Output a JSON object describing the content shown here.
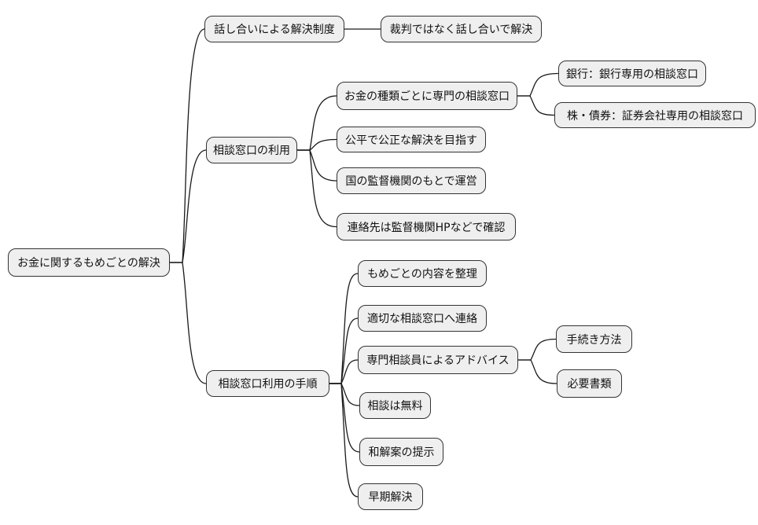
{
  "colors": {
    "background": "#ffffff",
    "node_fill": "#efefef",
    "node_border": "#333333",
    "connector": "#1a1a1a"
  },
  "mindmap": {
    "root": {
      "label": "お金に関するもめごとの解決"
    },
    "branches": [
      {
        "label": "話し合いによる解決制度",
        "children": [
          {
            "label": "裁判ではなく話し合いで解決"
          }
        ]
      },
      {
        "label": "相談窓口の利用",
        "children": [
          {
            "label": "お金の種類ごとに専門の相談窓口",
            "children": [
              {
                "label": "銀行：銀行専用の相談窓口"
              },
              {
                "label": "株・債券：証券会社専用の相談窓口"
              }
            ]
          },
          {
            "label": "公平で公正な解決を目指す"
          },
          {
            "label": "国の監督機関のもとで運営"
          },
          {
            "label": "連絡先は監督機関HPなどで確認"
          }
        ]
      },
      {
        "label": "相談窓口利用の手順",
        "children": [
          {
            "label": "もめごとの内容を整理"
          },
          {
            "label": "適切な相談窓口へ連絡"
          },
          {
            "label": "専門相談員によるアドバイス",
            "children": [
              {
                "label": "手続き方法"
              },
              {
                "label": "必要書類"
              }
            ]
          },
          {
            "label": "相談は無料"
          },
          {
            "label": "和解案の提示"
          },
          {
            "label": "早期解決"
          }
        ]
      }
    ]
  }
}
